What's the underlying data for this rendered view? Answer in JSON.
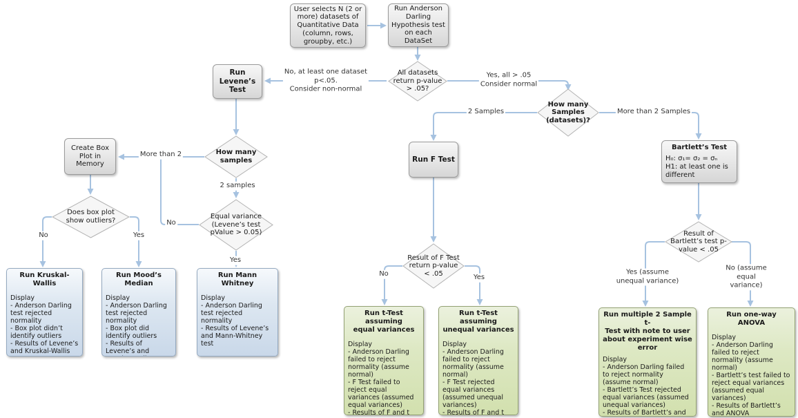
{
  "colors": {
    "connector": "#a6c2e0",
    "process_border": "#9a9a9a",
    "process_fill": "#e3e3e3",
    "diamond_fill": "#f6f6f6",
    "diamond_border": "#b2b2b2",
    "display_blue": "#d3e0ee",
    "display_green": "#d9e5bf"
  },
  "boxes": {
    "user_selects": {
      "text": "User selects N (2 or\nmore) datasets of\nQuantitative Data\n(column, rows,\ngroupby, etc.)"
    },
    "run_anderson": {
      "text": "Run Anderson\nDarling\nHypothesis test\non each DataSet"
    },
    "run_levene": {
      "text": "Run Levene’s\nTest"
    },
    "create_box_plot": {
      "text": "Create Box\nPlot in Memory"
    },
    "run_f_test": {
      "text": "Run F Test"
    },
    "bartlett": {
      "title": "Bartlett’s Test",
      "body": "H₀: σ₁= σ₂ = σₙ\nH1: at least one is\ndifferent"
    },
    "kruskal": {
      "title": "Run Kruskal-Wallis",
      "body": "Display\n- Anderson Darling test rejected normality\n- Box plot didn’t identify outliers\n- Results of Levene’s and Kruskal-Wallis test"
    },
    "mood": {
      "title": "Run Mood’s Median",
      "body": "Display\n- Anderson Darling test rejected normality\n- Box plot did identify outliers\n- Results of Levene’s and Mood’s Median test"
    },
    "mann": {
      "title": "Run Mann Whitney",
      "body": "Display\n- Anderson Darling test rejected normality\n- Results of Levene’s and Mann-Whitney test"
    },
    "t_equal": {
      "title": "Run t-Test assuming\nequal variances",
      "body": "Display\n- Anderson Darling failed to reject normality (assume normal)\n- F Test failed to reject equal variances (assumed equal variances)\n- Results of F and t Test"
    },
    "t_unequal": {
      "title": "Run t-Test assuming\nunequal variances",
      "body": "Display\n- Anderson Darling failed to reject normality (assume normal)\n- F Test rejected equal variances (assumed unequal variances)\n- Results of F and t Test"
    },
    "multi_t": {
      "title": "Run multiple 2 Sample t-\nTest with note to user\nabout experiment wise\nerror",
      "body": "Display\n- Anderson Darling failed to reject normality (assume normal)\n- Bartlett’s Test rejected equal variances (assumed unequal variances)\n- Results of Bartlett’s and t-Test array"
    },
    "anova": {
      "title": "Run one-way ANOVA",
      "body": "Display\n- Anderson Darling failed to reject normality (assume normal)\n- Bartlett’s test failed to reject equal variances (assumed equal variances)\n- Results of Bartlett’s and ANOVA"
    }
  },
  "decisions": {
    "all_datasets": "All datasets\nreturn p-value\n> .05?",
    "how_many_datasets": "How many\nSamples\n(datasets)?",
    "how_many_samples": "How many\nsamples",
    "equal_variance": "Equal variance\n(Levene’s test\npValue > 0.05)",
    "box_plot_outliers": "Does box plot\nshow outliers?",
    "f_test_result": "Result of F Test\nreturn p-value\n< .05",
    "bartlett_result": "Result of\nBartlett’s test p-\nvalue < .05"
  },
  "edge_labels": {
    "no_non_normal": "No, at least one dataset\np<.05.\nConsider non-normal",
    "yes_normal": "Yes, all > .05\nConsider normal",
    "two_samples_upper": "2 Samples",
    "more_than_two_samples": "More than 2 Samples",
    "more_than_two": "More than 2",
    "two_samples_lower": "2 samples",
    "no_equal_variance": "No",
    "yes_equal_variance": "Yes",
    "no_outliers": "No",
    "yes_outliers": "Yes",
    "no_f": "No",
    "yes_f": "Yes",
    "yes_unequal": "Yes (assume\nunequal variance)",
    "no_equal": "No (assume\nequal variance)"
  }
}
